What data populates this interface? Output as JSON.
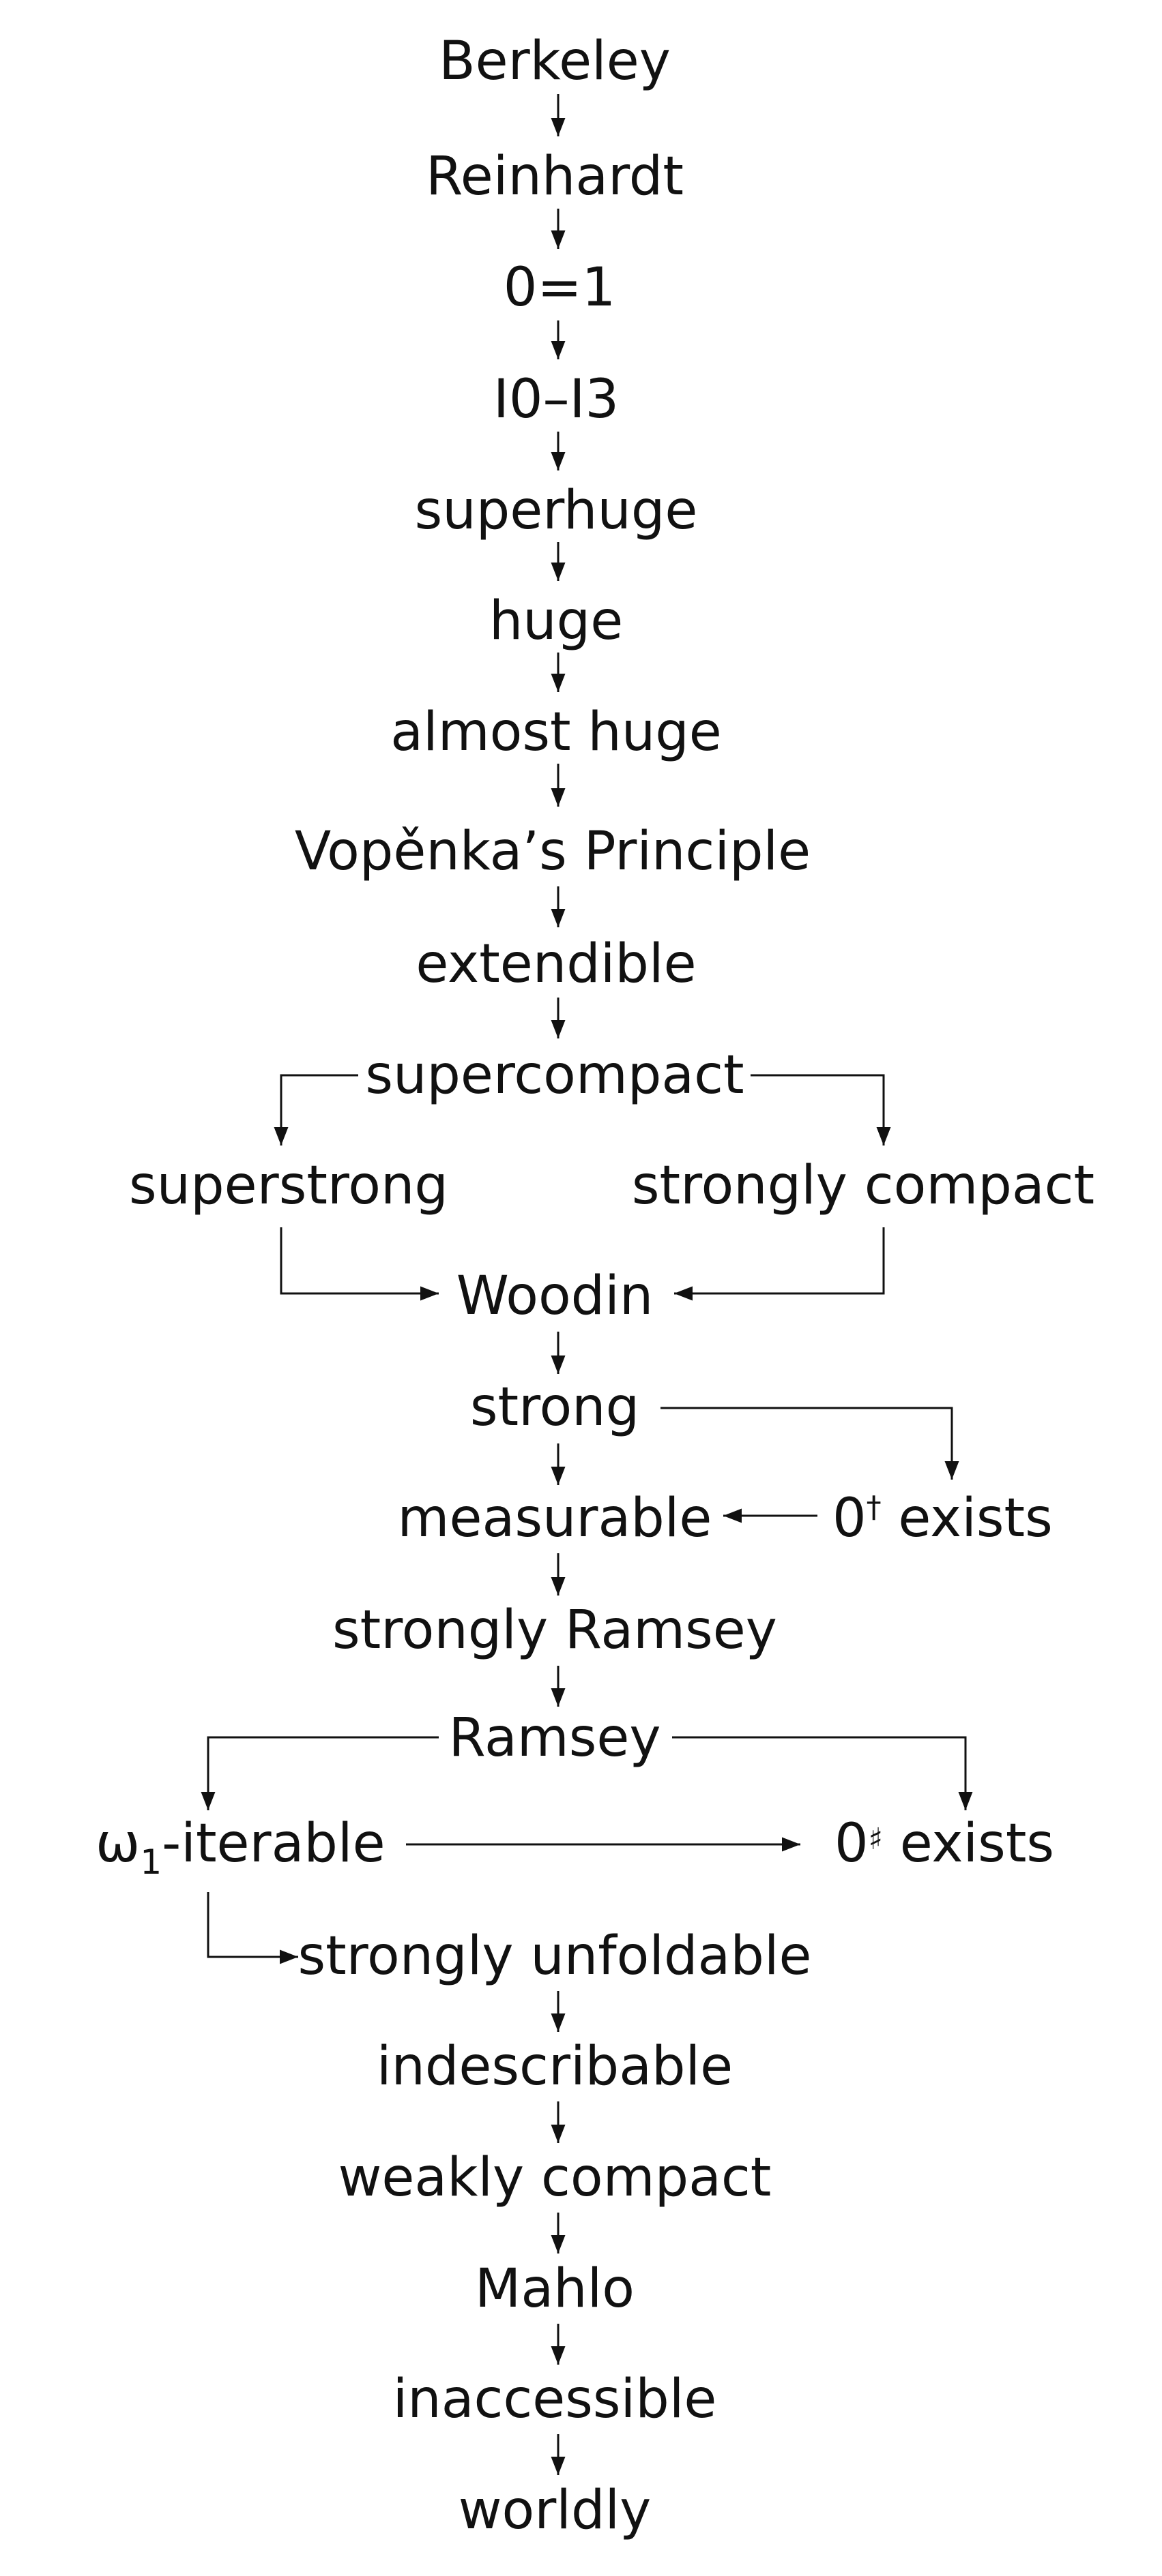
{
  "nodes": {
    "berkeley": "Berkeley",
    "reinhardt": "Reinhardt",
    "zero_eq_one": "0=1",
    "i0_i3": "I0–I3",
    "superhuge": "superhuge",
    "huge": "huge",
    "almost_huge": "almost huge",
    "vopenka": "Vopěnka’s Principle",
    "extendible": "extendible",
    "supercompact": "supercompact",
    "superstrong": "superstrong",
    "strongly_compact": "strongly compact",
    "woodin": "Woodin",
    "strong": "strong",
    "zero_dagger_base": "0",
    "zero_dagger_mark": "†",
    "zero_dagger_rest": " exists",
    "measurable": "measurable",
    "strongly_ramsey": "strongly Ramsey",
    "ramsey": "Ramsey",
    "omega_base": "ω",
    "omega_sub": "1",
    "omega_rest": "-iterable",
    "zero_sharp_base": "0",
    "zero_sharp_mark": "♯",
    "zero_sharp_rest": " exists",
    "strongly_unfoldable": "strongly unfoldable",
    "indescribable": "indescribable",
    "weakly_compact": "weakly compact",
    "mahlo": "Mahlo",
    "inaccessible": "inaccessible",
    "worldly": "worldly"
  },
  "edges": [
    [
      "berkeley",
      "reinhardt"
    ],
    [
      "reinhardt",
      "zero_eq_one"
    ],
    [
      "zero_eq_one",
      "i0_i3"
    ],
    [
      "i0_i3",
      "superhuge"
    ],
    [
      "superhuge",
      "huge"
    ],
    [
      "huge",
      "almost_huge"
    ],
    [
      "almost_huge",
      "vopenka"
    ],
    [
      "vopenka",
      "extendible"
    ],
    [
      "extendible",
      "supercompact"
    ],
    [
      "supercompact",
      "superstrong"
    ],
    [
      "supercompact",
      "strongly_compact"
    ],
    [
      "superstrong",
      "woodin"
    ],
    [
      "strongly_compact",
      "woodin"
    ],
    [
      "woodin",
      "strong"
    ],
    [
      "strong",
      "zero_dagger"
    ],
    [
      "strong",
      "measurable"
    ],
    [
      "zero_dagger",
      "measurable"
    ],
    [
      "measurable",
      "strongly_ramsey"
    ],
    [
      "strongly_ramsey",
      "ramsey"
    ],
    [
      "ramsey",
      "omega1_iterable"
    ],
    [
      "ramsey",
      "zero_sharp"
    ],
    [
      "omega1_iterable",
      "zero_sharp"
    ],
    [
      "omega1_iterable",
      "strongly_unfoldable"
    ],
    [
      "strongly_unfoldable",
      "indescribable"
    ],
    [
      "indescribable",
      "weakly_compact"
    ],
    [
      "weakly_compact",
      "mahlo"
    ],
    [
      "mahlo",
      "inaccessible"
    ],
    [
      "inaccessible",
      "worldly"
    ]
  ]
}
